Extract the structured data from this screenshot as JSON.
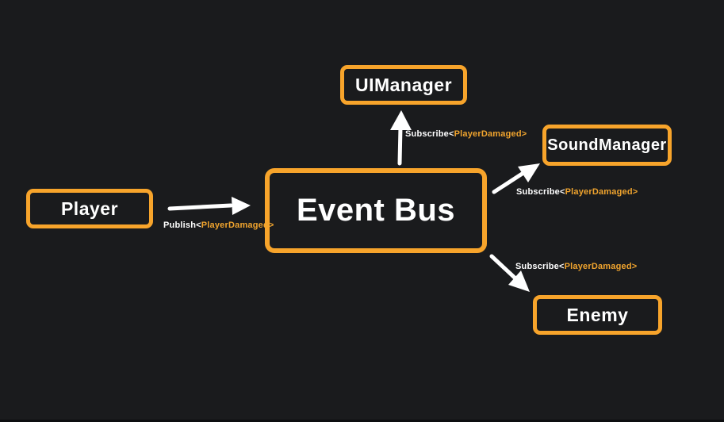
{
  "colors": {
    "background": "#1A1B1D",
    "box_border": "#F7A42B",
    "box_fill": "#1A1B1D",
    "title_text": "#FFFFFF",
    "label_text": "#FFFFFF",
    "label_highlight": "#F0A42E",
    "arrow": "#FFFFFF",
    "bottom_edge": "#0D0E10"
  },
  "diagram": {
    "type": "event-bus-architecture",
    "nodes": [
      {
        "id": "player",
        "label": "Player"
      },
      {
        "id": "event-bus",
        "label": "Event Bus"
      },
      {
        "id": "uimanager",
        "label": "UIManager"
      },
      {
        "id": "soundmanager",
        "label": "SoundManager"
      },
      {
        "id": "enemy",
        "label": "Enemy"
      }
    ],
    "edges": [
      {
        "from": "player",
        "to": "event-bus",
        "label_plain": "Publish<",
        "label_highlight": "PlayerDamaged>"
      },
      {
        "from": "event-bus",
        "to": "uimanager",
        "label_plain": "Subscribe<",
        "label_highlight": "PlayerDamaged>"
      },
      {
        "from": "event-bus",
        "to": "soundmanager",
        "label_plain": "Subscribe<",
        "label_highlight": "PlayerDamaged>"
      },
      {
        "from": "event-bus",
        "to": "enemy",
        "label_plain": "Subscribe<",
        "label_highlight": "PlayerDamaged>"
      }
    ]
  }
}
